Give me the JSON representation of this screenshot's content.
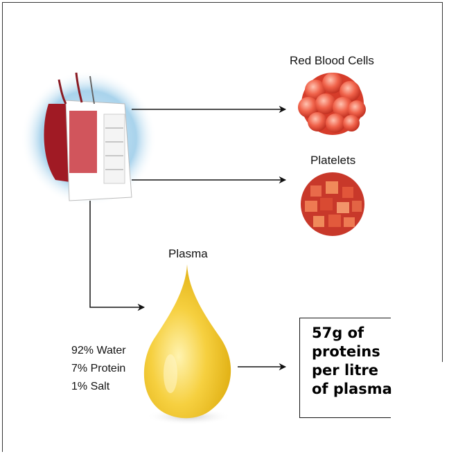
{
  "labels": {
    "red_blood_cells": "Red Blood Cells",
    "platelets": "Platelets",
    "plasma": "Plasma"
  },
  "composition": [
    "92% Water",
    "7% Protein",
    "1% Salt"
  ],
  "callout": [
    "57g of",
    "proteins",
    "per litre",
    "of plasma"
  ],
  "colors": {
    "rbc": "#e8553d",
    "platelet": "#d84a2e",
    "plasma_drop": "#f3c21a",
    "blood_bag": "#b3202a",
    "halo": "#a9d3ec"
  },
  "icons": [
    "blood-bag-icon",
    "red-blood-cells-icon",
    "platelets-icon",
    "plasma-drop-icon"
  ]
}
